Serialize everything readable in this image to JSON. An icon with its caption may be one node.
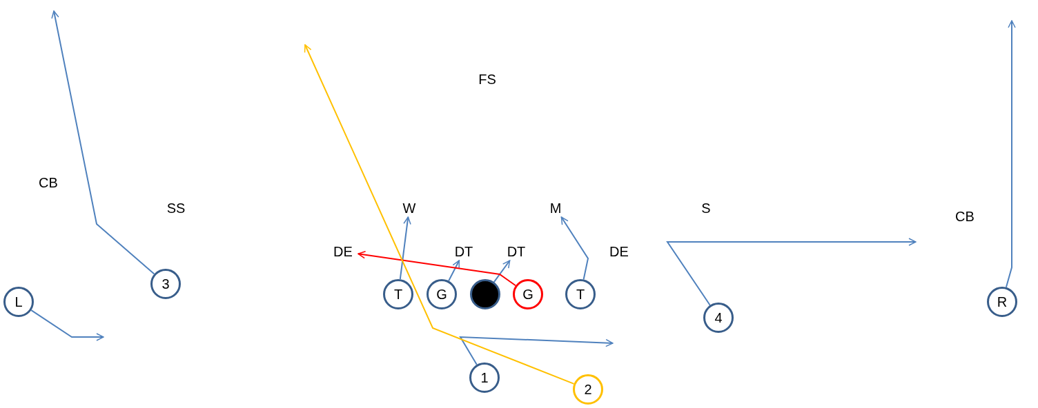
{
  "diagram": {
    "nodes": [
      {
        "text": [
          "FS"
        ]
      },
      {
        "text": [
          "CB"
        ]
      },
      {
        "text": [
          "SS"
        ]
      },
      {
        "text": [
          "W"
        ]
      },
      {
        "text": [
          "M"
        ]
      },
      {
        "text": [
          "S"
        ]
      },
      {
        "text": [
          "CB"
        ]
      },
      {
        "text": [
          "DE"
        ]
      },
      {
        "text": [
          "DT"
        ]
      },
      {
        "text": [
          "DT"
        ]
      },
      {
        "text": [
          "DE"
        ]
      },
      {
        "text": [
          "3"
        ]
      },
      {
        "text": [
          "L"
        ]
      },
      {
        "text": [
          "T"
        ]
      },
      {
        "text": [
          "G"
        ]
      },
      {
        "text": [],
        "shape": "circle"
      },
      {
        "text": [
          "G"
        ]
      },
      {
        "text": [
          "T"
        ]
      },
      {
        "text": [
          "R"
        ]
      },
      {
        "text": [
          "4"
        ]
      },
      {
        "text": [
          "1"
        ]
      },
      {
        "text": [
          "2"
        ]
      }
    ],
    "edges": [
      {
        "from": 11,
        "to": null,
        "arrow": "to"
      },
      {
        "from": 12,
        "to": null,
        "arrow": "to"
      },
      {
        "from": 13,
        "to": 3,
        "arrow": "to"
      },
      {
        "from": 14,
        "to": 8,
        "arrow": "to"
      },
      {
        "from": 15,
        "to": 9,
        "arrow": "to"
      },
      {
        "from": 16,
        "to": 7,
        "arrow": "to",
        "color": "#ff0000"
      },
      {
        "from": 17,
        "to": 4,
        "arrow": "to"
      },
      {
        "from": 19,
        "to": null,
        "arrow": "to"
      },
      {
        "from": 18,
        "to": null,
        "arrow": "to"
      },
      {
        "from": 20,
        "to": null,
        "arrow": "to"
      },
      {
        "from": 21,
        "to": null,
        "arrow": "to",
        "color": "#ffc000"
      }
    ]
  }
}
